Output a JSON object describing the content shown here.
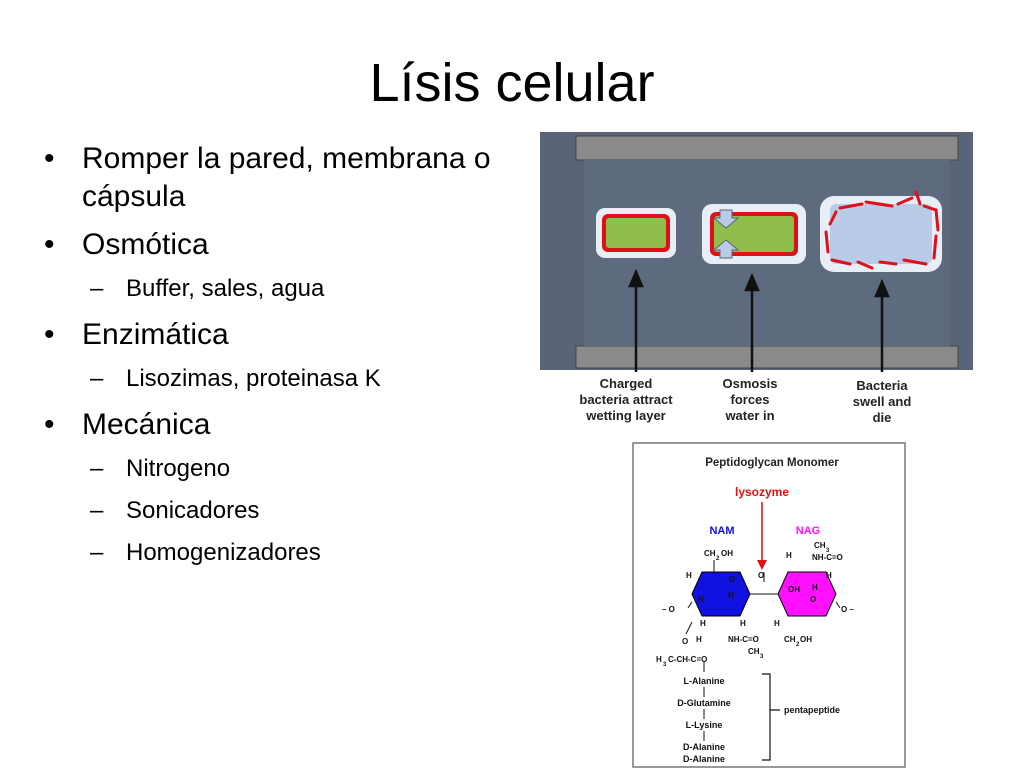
{
  "slide": {
    "title": "Lísis celular",
    "bullets": [
      {
        "text": "Romper la pared, membrana o cápsula",
        "sub": []
      },
      {
        "text": "Osmótica",
        "sub": [
          "Buffer, sales, agua"
        ]
      },
      {
        "text": "Enzimática",
        "sub": [
          "Lisozimas, proteinasa K"
        ]
      },
      {
        "text": "Mecánica",
        "sub": [
          "Nitrogeno",
          "Sonicadores",
          "Homogenizadores"
        ]
      }
    ]
  },
  "figure1": {
    "labels": [
      {
        "line1": "Charged",
        "line2": "bacteria attract",
        "line3": "wetting layer"
      },
      {
        "line1": "Osmosis",
        "line2": "forces",
        "line3": "water in"
      },
      {
        "line1": "Bacteria",
        "line2": "swell and",
        "line3": "die"
      }
    ],
    "colors": {
      "frame": "#5a6478",
      "rail": "#8a8a8a",
      "cell": "#8fbf4a",
      "wall": "#e0101a",
      "swollen": "#b9cbe6"
    }
  },
  "figure2": {
    "title": "Peptidoglycan Monomer",
    "enzyme": "lysozyme",
    "nam": "NAM",
    "nag": "NAG",
    "chain": [
      "L-Alanine",
      "D-Glutamine",
      "L-Lysine",
      "D-Alanine",
      "D-Alanine"
    ],
    "bracket_label": "pentapeptide",
    "colors": {
      "nam": "#1010e0",
      "nag": "#ff10ff",
      "enzyme": "#e01010"
    }
  }
}
